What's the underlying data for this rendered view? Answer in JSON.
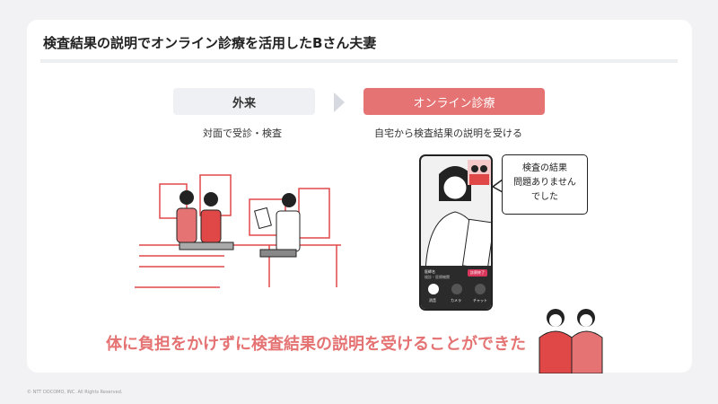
{
  "title": "検査結果の説明でオンライン診療を活用したBさん夫妻",
  "left": {
    "label": "外来",
    "caption": "対面で受診・検査"
  },
  "right": {
    "label": "オンライン診療",
    "caption": "自宅から検査結果の説明を受ける"
  },
  "bubble": [
    "検査の結果",
    "問題ありません",
    "でした"
  ],
  "phone": {
    "name": "医師名",
    "sub": "検診・医療機関",
    "end": "診察終了",
    "buttons": [
      "消音",
      "カメラ",
      "チャット"
    ]
  },
  "message": "体に負担をかけずに検査結果の説明を受けることができた",
  "copyright": "© NTT DOCOMO, INC. All Rights Reserved.",
  "colors": {
    "accent": "#e57373",
    "line": "#e04848"
  }
}
